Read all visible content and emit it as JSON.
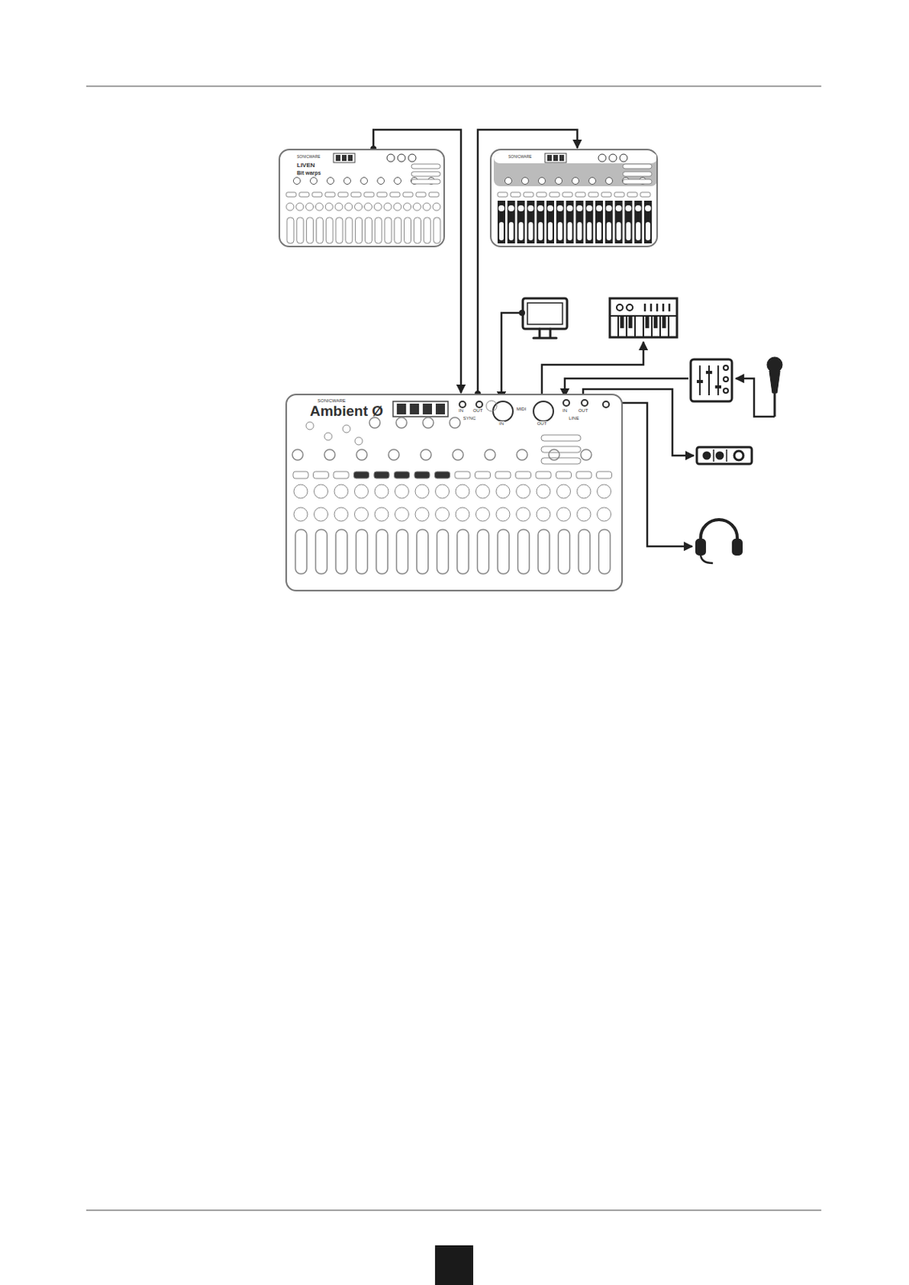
{
  "diagram": {
    "nodes": [
      {
        "text": [
          "SONICWARE",
          "LIVEN",
          "Bit warps"
        ]
      },
      {
        "text": [
          "SONICWARE"
        ]
      },
      {
        "text": [
          "SONICWARE",
          "Ambient Ø"
        ]
      }
    ],
    "edges": [
      {
        "from": 0,
        "to": 2,
        "arrow": "to"
      },
      {
        "from": 2,
        "to": 1,
        "arrow": "to"
      }
    ],
    "labels": [
      "SYNC",
      "IN",
      "OUT",
      "MIDI",
      "IN",
      "OUT",
      "LINE",
      "IN",
      "OUT"
    ]
  }
}
